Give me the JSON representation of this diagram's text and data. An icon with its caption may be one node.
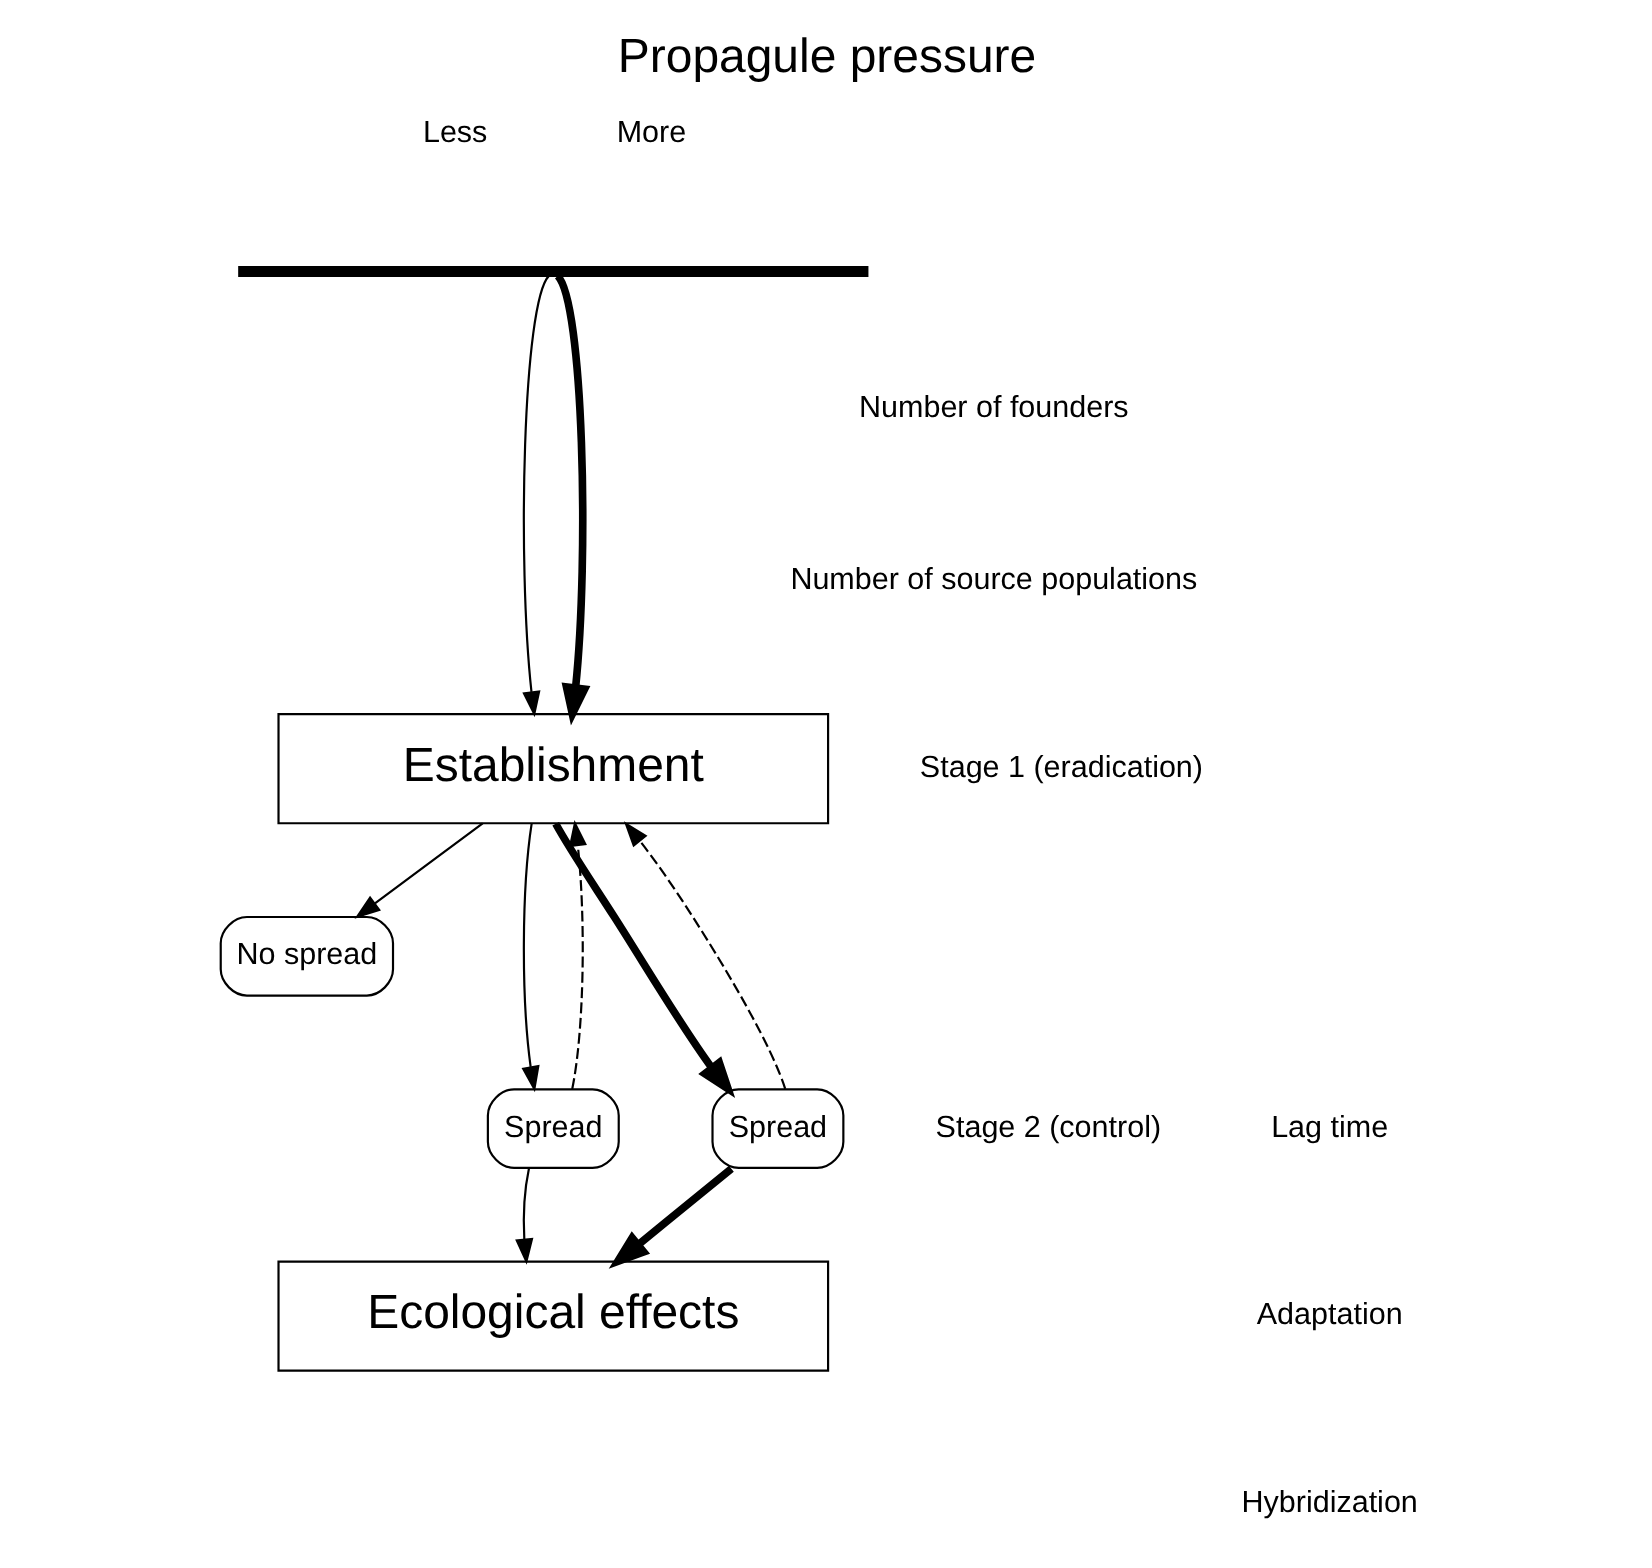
{
  "diagram": {
    "title": "Propagule pressure",
    "nodes": [
      {
        "text": [],
        "shape": "bar"
      },
      {
        "text": [
          "Establishment"
        ]
      },
      {
        "text": [
          "No spread"
        ]
      },
      {
        "text": [
          "Spread"
        ]
      },
      {
        "text": [
          "Spread"
        ]
      },
      {
        "text": [
          "Ecological effects"
        ]
      }
    ],
    "edges": [
      {
        "from": 0,
        "to": 1,
        "arrow": "to"
      },
      {
        "from": 0,
        "to": 1,
        "arrow": "to",
        "style": "thick"
      },
      {
        "from": 1,
        "to": 2,
        "arrow": "to"
      },
      {
        "from": 1,
        "to": 4,
        "arrow": "to"
      },
      {
        "from": 1,
        "to": 3,
        "arrow": "to",
        "style": "thick"
      },
      {
        "from": 3,
        "to": 5,
        "arrow": "to",
        "style": "thick"
      },
      {
        "from": 4,
        "to": 5,
        "arrow": "to"
      },
      {
        "from": 3,
        "to": 1,
        "arrow": "to",
        "style": "dashed"
      },
      {
        "from": 4,
        "to": 1,
        "arrow": "to",
        "style": "dashed"
      }
    ],
    "labels": [
      "Less",
      "More",
      "Number of founders",
      "Number of source populations",
      "Stage 1 (eradication)",
      "Stage 2 (control)",
      "Lag time",
      "Adaptation",
      "Hybridization"
    ]
  }
}
